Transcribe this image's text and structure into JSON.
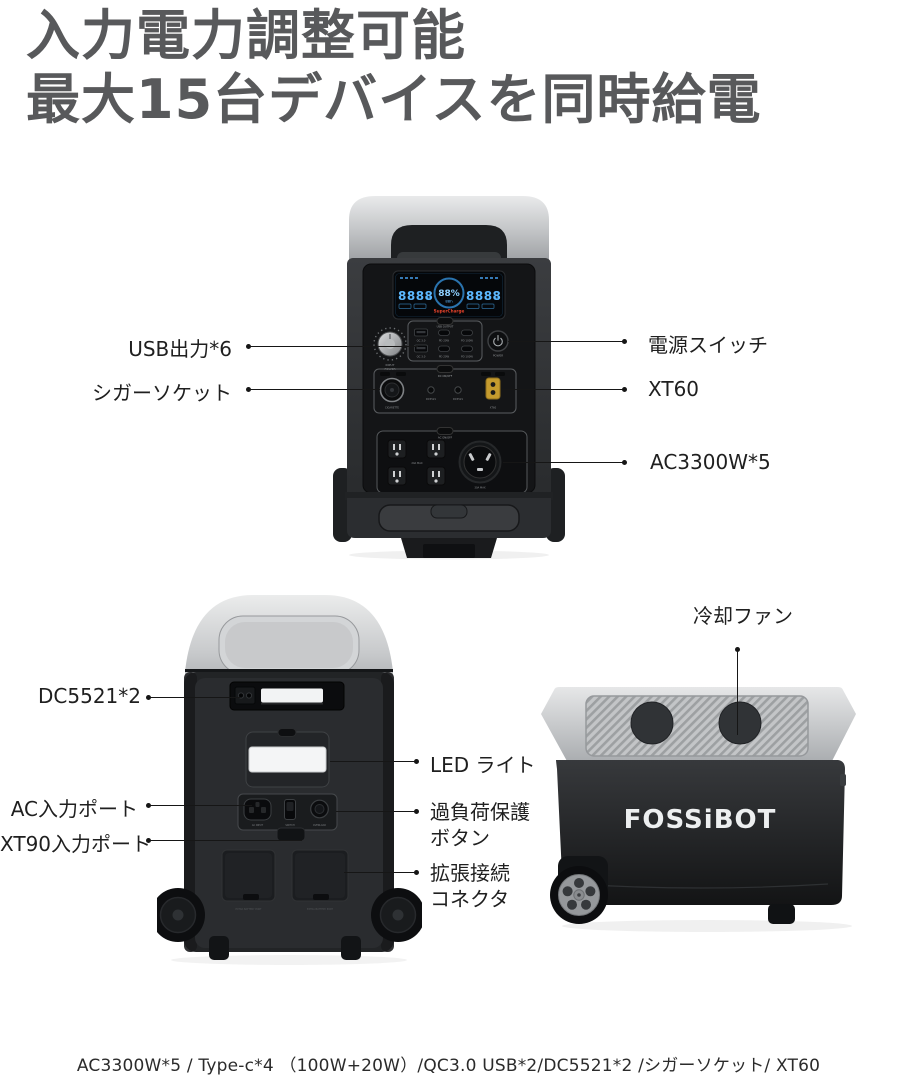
{
  "title": {
    "line1": "入力電力調整可能",
    "line2": "最大15台デバイスを同時給電"
  },
  "footer": {
    "spec_line": "AC3300W*5 / Type-c*4 （100W+20W）/QC3.0 USB*2/DC5521*2 /シガーソケット/ XT60"
  },
  "front_view": {
    "ann_usb": "USB出力*6",
    "ann_cigarette": "シガーソケット",
    "ann_power": "電源スイッチ",
    "ann_xt60": "XT60",
    "ann_ac": "AC3300W*5",
    "display": {
      "left_value": "8888",
      "left_unit": "W",
      "center_value": "88%",
      "center_sub": "88h",
      "banner": "SuperCharge",
      "right_value": "8888",
      "right_unit": "W"
    },
    "micro": {
      "usb_header": "USB OUTPUT",
      "qc": "QC 3.0",
      "pd20": "PD 20W",
      "pd100": "PD 100W",
      "power": "POWER",
      "dc_header": "DC ON/OFF",
      "cigarette": "CIGARETTE",
      "dc5521": "DC5521",
      "xt60": "XT60",
      "ac_header": "AC ON/OFF",
      "outlets_small": "20A MAX",
      "outlet_big": "30A MAX",
      "knob_line1": "INPUT",
      "knob_line2": "POWER"
    }
  },
  "rear_view": {
    "ann_dc5521": "DC5521*2",
    "ann_ac_input": "AC入力ポート",
    "ann_xt90": "XT90入力ポート",
    "ann_led": "LED ライト",
    "ann_overload_l1": "過負荷保護",
    "ann_overload_l2": "ボタン",
    "ann_expansion_l1": "拡張接続",
    "ann_expansion_l2": "コネクタ",
    "micro": {
      "ac_in": "AC INPUT",
      "switch": "SWITCH",
      "breaker": "OVERLOAD",
      "battery_port": "EXTRA BATTERY PORT"
    }
  },
  "side_view": {
    "ann_fan": "冷却ファン",
    "logo": "FOSSiBOT"
  },
  "colors": {
    "title": "#58595b",
    "label": "#1f1f1f",
    "leader_line": "#161616",
    "lcd_blue": "#5cb8ff",
    "lcd_red": "#e8432b",
    "xt60_yellow": "#c59b2e",
    "background": "#ffffff"
  }
}
